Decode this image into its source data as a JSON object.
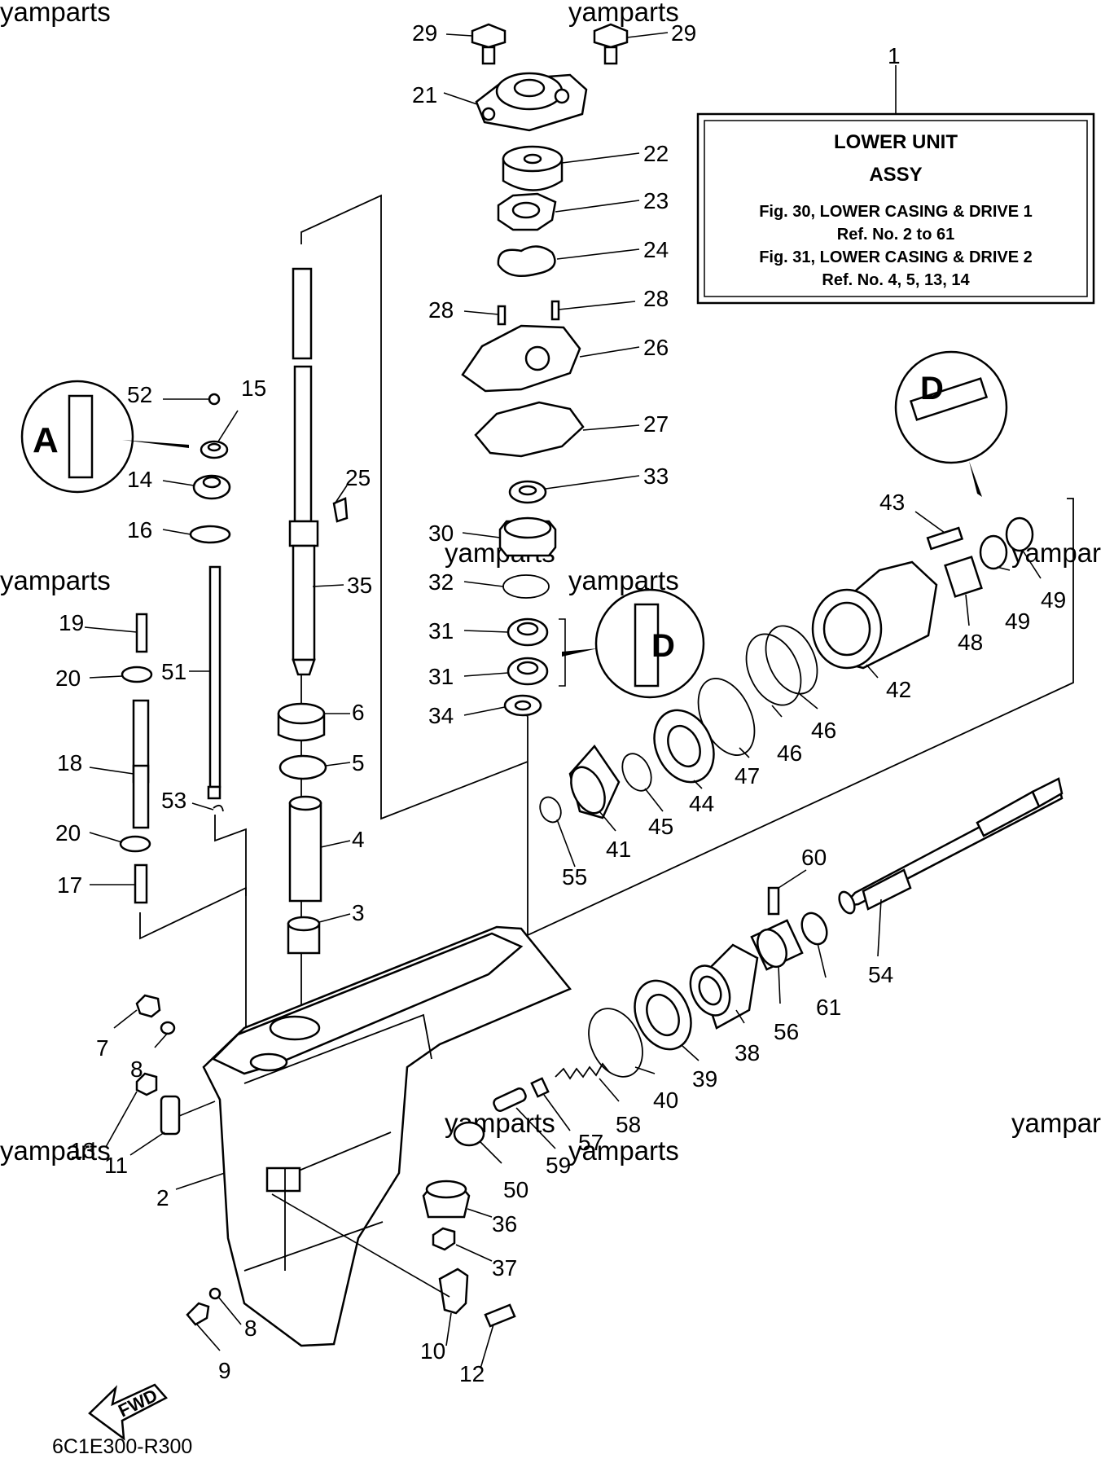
{
  "watermark": "yamparts",
  "watermark_partial": "yampar",
  "diagram_code": "6C1E300-R300",
  "fwd_label": "FWD",
  "ref_box": {
    "ref_number": "1",
    "title_line1": "LOWER UNIT",
    "title_line2": "ASSY",
    "line1": "Fig. 30, LOWER CASING & DRIVE 1",
    "line2": "Ref. No. 2 to 61",
    "line3": "Fig. 31, LOWER CASING & DRIVE 2",
    "line4": "Ref. No. 4, 5, 13, 14"
  },
  "callouts": {
    "c29a": "29",
    "c29b": "29",
    "c21": "21",
    "c22": "22",
    "c23": "23",
    "c24": "24",
    "c28a": "28",
    "c28b": "28",
    "c26": "26",
    "c27": "27",
    "c33": "33",
    "c30": "30",
    "c32": "32",
    "c31a": "31",
    "c31b": "31",
    "c34": "34",
    "c52": "52",
    "c15": "15",
    "c14": "14",
    "c16": "16",
    "c25": "25",
    "c35": "35",
    "c19": "19",
    "c20a": "20",
    "c51": "51",
    "c18": "18",
    "c53": "53",
    "c20b": "20",
    "c17": "17",
    "c6": "6",
    "c5": "5",
    "c4": "4",
    "c3": "3",
    "c43": "43",
    "c49a": "49",
    "c49b": "49",
    "c48": "48",
    "c42": "42",
    "c46a": "46",
    "c46b": "46",
    "c47": "47",
    "c44": "44",
    "c45": "45",
    "c41": "41",
    "c55": "55",
    "c60": "60",
    "c54": "54",
    "c61": "61",
    "c56": "56",
    "c38": "38",
    "c39": "39",
    "c40": "40",
    "c58": "58",
    "c57": "57",
    "c59": "59",
    "c50": "50",
    "c36": "36",
    "c37": "37",
    "c7": "7",
    "c8a": "8",
    "c13": "13",
    "c11": "11",
    "c2": "2",
    "c8b": "8",
    "c9": "9",
    "c10": "10",
    "c12": "12"
  }
}
